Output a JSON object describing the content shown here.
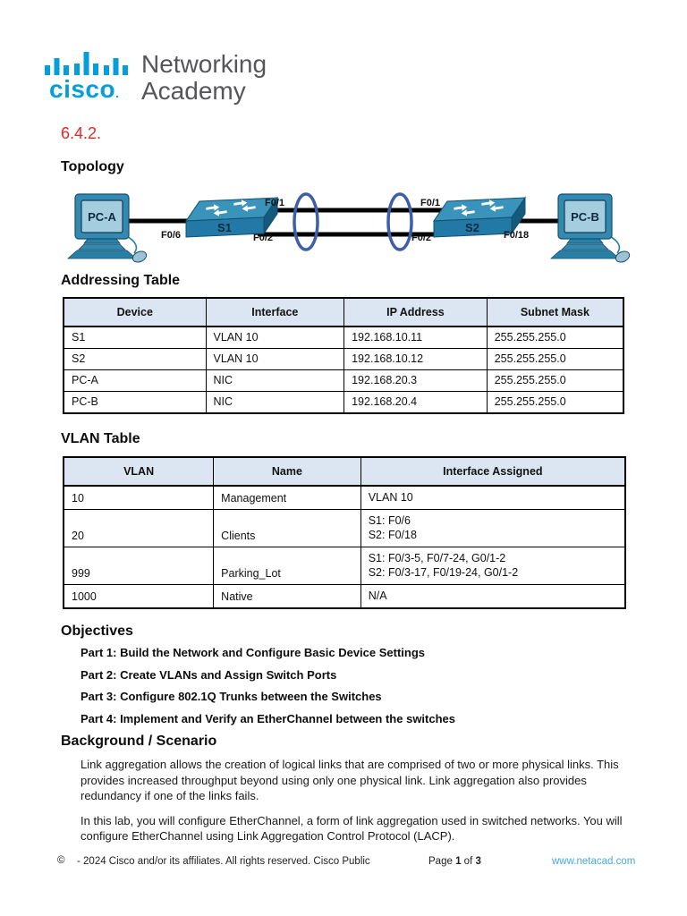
{
  "logo": {
    "brand": "cisco",
    "dot": ".",
    "line1": "Networking",
    "line2": "Academy"
  },
  "title": {
    "number": "6.4.2."
  },
  "headings": {
    "topology": "Topology",
    "addressing": "Addressing Table",
    "vlan": "VLAN Table",
    "objectives": "Objectives",
    "background": "Background / Scenario"
  },
  "topology": {
    "labels": {
      "pc_a": "PC-A",
      "pc_b": "PC-B",
      "s1": "S1",
      "s2": "S2",
      "s1_pc_port": "F0/6",
      "s1_port1": "F0/1",
      "s1_port2": "F0/2",
      "s2_port1": "F0/1",
      "s2_port2": "F0/2",
      "s2_pc_port": "F0/18"
    }
  },
  "addressing_table": {
    "headers": [
      "Device",
      "Interface",
      "IP Address",
      "Subnet Mask"
    ],
    "rows": [
      [
        "S1",
        "VLAN 10",
        "192.168.10.11",
        "255.255.255.0"
      ],
      [
        "S2",
        "VLAN 10",
        "192.168.10.12",
        "255.255.255.0"
      ],
      [
        "PC-A",
        "NIC",
        "192.168.20.3",
        "255.255.255.0"
      ],
      [
        "PC-B",
        "NIC",
        "192.168.20.4",
        "255.255.255.0"
      ]
    ]
  },
  "vlan_table": {
    "headers": [
      "VLAN",
      "Name",
      "Interface Assigned"
    ],
    "rows": [
      {
        "vlan": "10",
        "name": "Management",
        "interfaces": [
          "VLAN 10"
        ]
      },
      {
        "vlan": "20",
        "name": "Clients",
        "interfaces": [
          "S1: F0/6",
          "S2: F0/18"
        ]
      },
      {
        "vlan": "999",
        "name": "Parking_Lot",
        "interfaces": [
          "S1: F0/3-5, F0/7-24, G0/1-2",
          "S2: F0/3-17, F0/19-24, G0/1-2"
        ]
      },
      {
        "vlan": "1000",
        "name": "Native",
        "interfaces": [
          "N/A"
        ]
      }
    ]
  },
  "objectives": [
    "Part 1: Build the Network and Configure Basic Device Settings",
    "Part 2: Create VLANs and Assign Switch Ports",
    "Part 3: Configure 802.1Q Trunks between the Switches",
    "Part 4: Implement and Verify an EtherChannel between the switches"
  ],
  "background": {
    "paragraphs": [
      "Link aggregation allows the creation of logical links that are comprised of two or more physical links. This provides increased throughput beyond using only one physical link. Link aggregation also provides redundancy if one of the links fails.",
      "In this lab, you will configure EtherChannel, a form of link aggregation used in switched networks. You will configure EtherChannel using Link Aggregation Control Protocol (LACP)."
    ]
  },
  "footer": {
    "copyright_symbol": "©",
    "copyright_text": "- 2024 Cisco and/or its affiliates. All rights reserved. Cisco Public",
    "page_label": "Page",
    "page_current": "1",
    "page_of": "of",
    "page_total": "3",
    "link": "www.netacad.com"
  },
  "colors": {
    "cisco_cyan": "#049fd9",
    "title_red": "#ee2524",
    "link_blue": "#4aa9de",
    "table_header_bg": "#dce6f2",
    "switch_blue": "#2279a5",
    "oval_blue": "#3c5fa7"
  }
}
